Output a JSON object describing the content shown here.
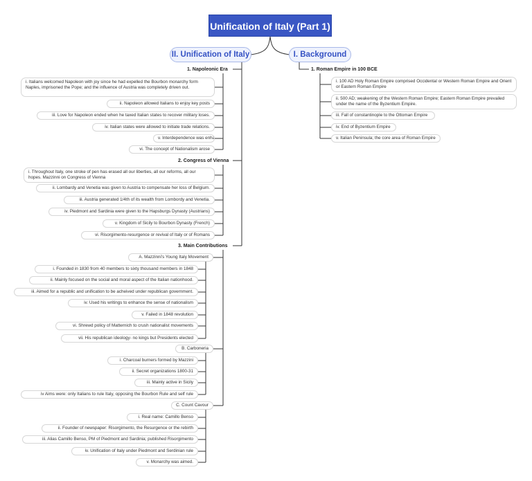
{
  "title": "Unification of Italy (Part 1)",
  "background": {
    "label": "I. Background",
    "section_title": "1. Roman Empire in 100 BCE",
    "items": [
      "i.  100 AD Holy Roman Empire comprised Occidental or Western Roman Empire and Orient or Eastern Roman Empire",
      "ii.  500 AD; weakening of the Western Roman Empire; Eastern Roman Empire prevailed under the name of the Byzentium Empire.",
      "iii. Fall of constantinople to the Ottoman Empire",
      "iv. End of Byzentium Empire",
      "v. Italian Peninsula; the core area of Roman Empire"
    ]
  },
  "unification": {
    "label": "II. Unification of Italy",
    "napoleonic": {
      "title": "1. Napoleonic Era",
      "items": [
        "i. Italians welcomed Napoleon with joy since he had expelled the Bourbon monarchy form Naples, imprisoned the Pope; and the influence of Austria was completely driven out.",
        "ii. Napoleon allowed Italians to enjoy key posts",
        "iii. Love for Napoleon ended when he taxed Italian states to recover military loses.",
        "iv. Italian states were allowed to initiate trade relations.",
        "v. Interdependence was enhanced.",
        "vi. The concept of Nationalism arose"
      ]
    },
    "vienna": {
      "title": "2. Congress of Vienna",
      "items": [
        "i. Throughout Italy, one stroke of pen has erased all our liberties, all our reforms, all our hopes. Mazzinni on Congress of Vienna",
        "ii. Lombardy and Venetia was given to Austria to compensate her loss of Belgium.",
        "iii. Austria generated 1/4th of its wealth from Lombordy and Venetia.",
        "iv. Piedmont and Sardinia were given to the Hapsburgs Dynasty (Austrians)",
        "v. Kingdom of Sicily to Bourbon Dynasty (French)",
        "vi. Risorgimento-resurgence or revival of Italy or of Romans"
      ]
    },
    "contributions": {
      "title": "3. Main Contributions",
      "mazzini": {
        "title": "A. Mazzinni's Young Italy Movement",
        "items": [
          "i. Founded in 1830 from 40 members to sixty thousand members in 1848",
          "ii. Mainly focused on the social and moral aspect of the Italian nationhood.",
          "iii. Aimed for a republic and unification to be acheived under republican government.",
          "iv. Used his writings to enhance the sense of nationalism",
          "v. Failed in 1848 revolution",
          "vi. Shrewd policy of Matternich to crush nationalist movements",
          "vii. His republican ideology- no kings but Presidents elected"
        ]
      },
      "carboneria": {
        "title": "B. Carboneria",
        "items": [
          "i. Charcoal burners formed by Mazzini",
          "ii. Secret organizations 1800-31",
          "iii. Mainly active in Sicily",
          "iv Aims were: only Italians to rule Italy, opposing the Bourbon Rule and self rule"
        ]
      },
      "cavour": {
        "title": "C. Count Cavour",
        "items": [
          "i. Real name: Camillo Benso",
          "ii. Founder of newspaper: Risorgimento, the Resurgence or the rebirth",
          "iii. Alias Camillo Benso, PM of Piedmont and Sardinia; published Risorgimento",
          "iv. Unification of Italy under Piedmont and Serdinian rule",
          "v. Monarchy was aimed."
        ]
      }
    }
  }
}
